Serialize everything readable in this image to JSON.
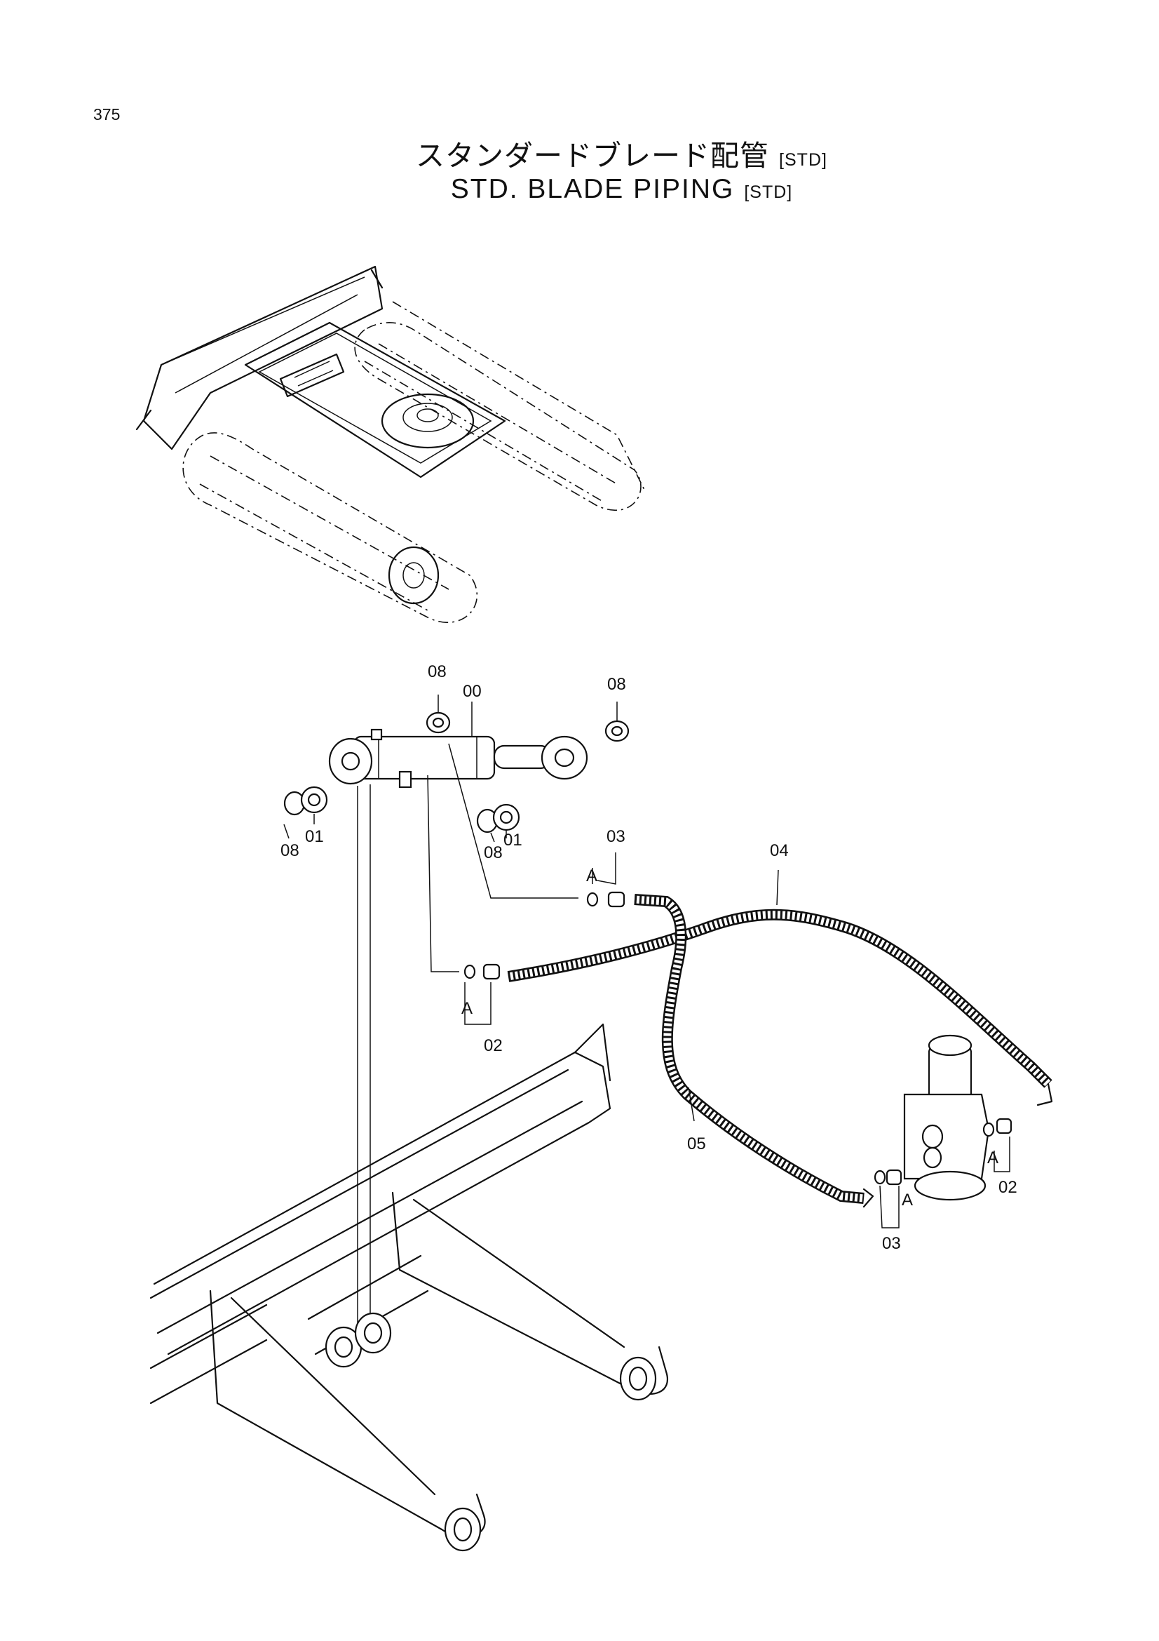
{
  "page": {
    "number": "375",
    "title_jp": "スタンダードブレード配管",
    "title_en": "STD. BLADE  PIPING",
    "tag": "[STD]"
  },
  "callouts": {
    "c00": "00",
    "c01a": "01",
    "c01b": "01",
    "c02a": "02",
    "c02b": "02",
    "c03a": "03",
    "c03b": "03",
    "c04": "04",
    "c05": "05",
    "c08a": "08",
    "c08b": "08",
    "c08c": "08",
    "c08d": "08",
    "refA1": "A",
    "refA2": "A",
    "refA3": "A",
    "refA4": "A"
  }
}
